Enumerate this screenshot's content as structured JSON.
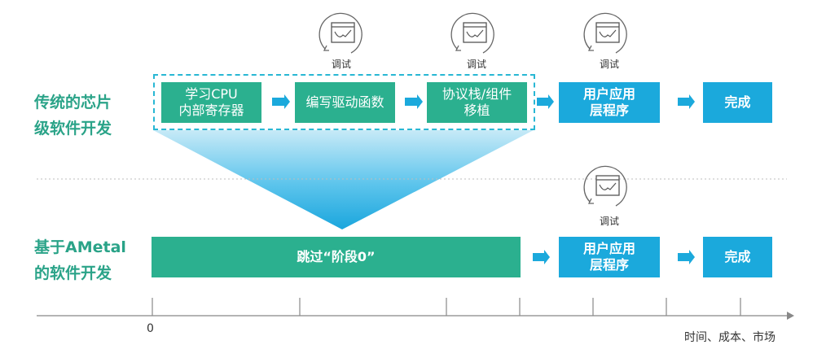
{
  "row_labels": {
    "traditional": [
      "传统的芯片",
      "级软件开发"
    ],
    "ametal": [
      "基于AMetal",
      "的软件开发"
    ]
  },
  "traditional_steps": [
    [
      "学习CPU",
      "内部寄存器"
    ],
    [
      "编写驱动函数"
    ],
    [
      "协议栈/组件",
      "移植"
    ]
  ],
  "user_app": [
    "用户应用",
    "层程序"
  ],
  "done": "完成",
  "skip_stage": "跳过“阶段0”",
  "debug_label": "调试",
  "axis": {
    "origin": "0",
    "label": "时间、成本、市场"
  },
  "colors": {
    "green": "#2bb08f",
    "blue": "#1ba9dc",
    "label_green": "#2aa388",
    "dashed": "#28b7d4"
  },
  "icons": [
    "debug-window-icon"
  ]
}
